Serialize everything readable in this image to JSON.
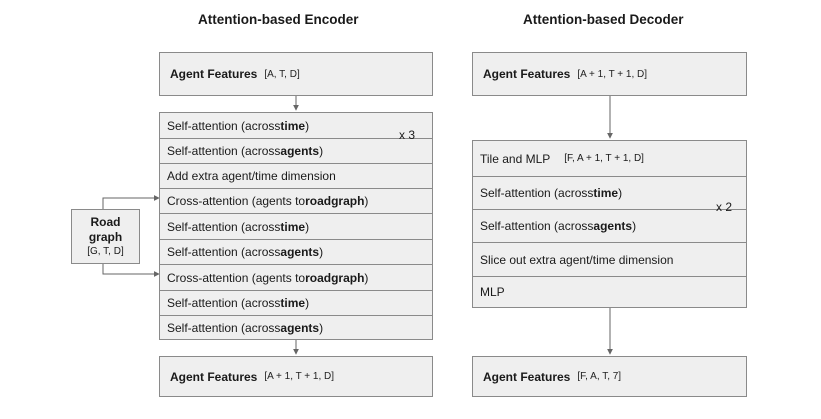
{
  "encoder": {
    "title": "Attention-based Encoder",
    "input": {
      "label": "Agent Features",
      "dims": "[A, T, D]"
    },
    "layers": [
      {
        "pre": "Self-attention (across ",
        "bold": "time",
        "post": ")"
      },
      {
        "pre": "Self-attention (across ",
        "bold": "agents",
        "post": ")"
      },
      {
        "pre": "Add extra agent/time dimension",
        "bold": "",
        "post": ""
      },
      {
        "pre": "Cross-attention (agents to ",
        "bold": "roadgraph",
        "post": ")"
      },
      {
        "pre": "Self-attention (across ",
        "bold": "time",
        "post": ")"
      },
      {
        "pre": "Self-attention (across ",
        "bold": "agents",
        "post": ")"
      },
      {
        "pre": "Cross-attention (agents to ",
        "bold": "roadgraph",
        "post": ")"
      },
      {
        "pre": "Self-attention (across ",
        "bold": "time",
        "post": ")"
      },
      {
        "pre": "Self-attention (across ",
        "bold": "agents",
        "post": ")"
      }
    ],
    "repeat": "x 3",
    "output": {
      "label": "Agent Features",
      "dims": "[A + 1, T + 1, D]"
    }
  },
  "roadgraph": {
    "line1": "Road",
    "line2": "graph",
    "dims": "[G, T, D]"
  },
  "decoder": {
    "title": "Attention-based Decoder",
    "input": {
      "label": "Agent Features",
      "dims": "[A + 1, T + 1, D]"
    },
    "layers": [
      {
        "pre": "Tile and MLP",
        "bold": "",
        "post": "",
        "dims": "[F, A + 1, T + 1, D]"
      },
      {
        "pre": "Self-attention (across ",
        "bold": "time",
        "post": ")"
      },
      {
        "pre": "Self-attention (across ",
        "bold": "agents",
        "post": ")"
      },
      {
        "pre": "Slice out extra agent/time dimension",
        "bold": "",
        "post": ""
      },
      {
        "pre": "MLP",
        "bold": "",
        "post": ""
      }
    ],
    "repeat": "x 2",
    "output": {
      "label": "Agent Features",
      "dims": "[F, A, T, 7]"
    }
  }
}
